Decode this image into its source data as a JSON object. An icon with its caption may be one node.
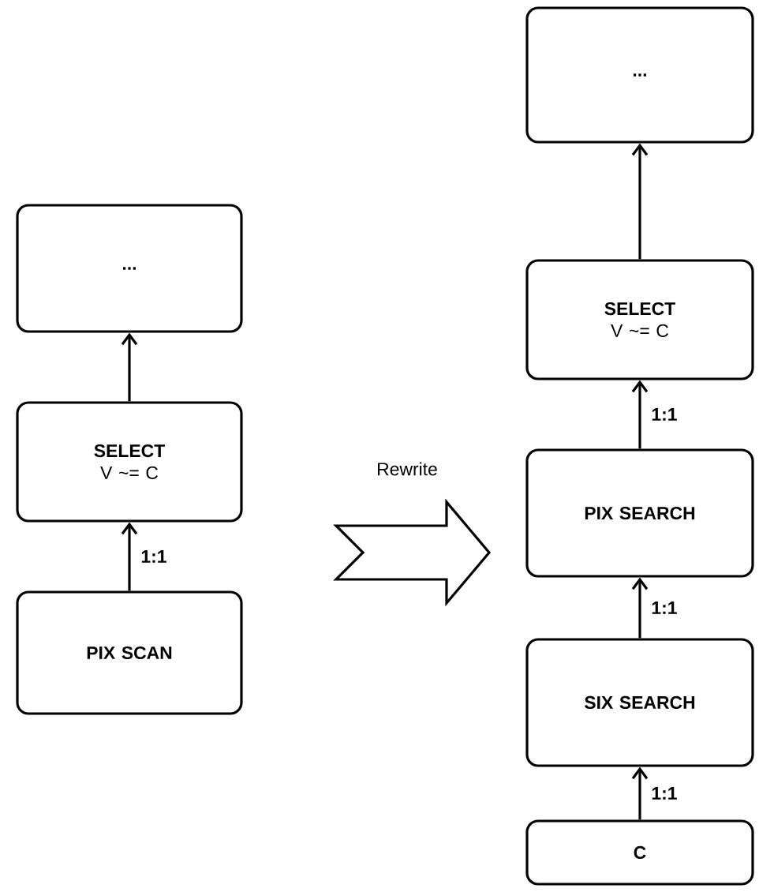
{
  "diagram": {
    "nodes": [
      {
        "text": [
          "..."
        ]
      },
      {
        "text": [
          "SELECT",
          "V ~= C"
        ]
      },
      {
        "text": [
          "PIX SCAN"
        ]
      },
      {
        "text": [
          "..."
        ]
      },
      {
        "text": [
          "SELECT",
          "V ~= C"
        ]
      },
      {
        "text": [
          "PIX SEARCH"
        ]
      },
      {
        "text": [
          "SIX SEARCH"
        ]
      },
      {
        "text": [
          "C"
        ]
      }
    ],
    "edges": [
      {
        "from": 1,
        "to": 0,
        "arrow": "to"
      },
      {
        "from": 2,
        "to": 1,
        "arrow": "to",
        "label": "1:1"
      },
      {
        "from": 4,
        "to": 3,
        "arrow": "to"
      },
      {
        "from": 5,
        "to": 4,
        "arrow": "to",
        "label": "1:1"
      },
      {
        "from": 6,
        "to": 5,
        "arrow": "to",
        "label": "1:1"
      },
      {
        "from": 7,
        "to": 6,
        "arrow": "to",
        "label": "1:1"
      }
    ],
    "labels": [
      "Rewrite"
    ]
  }
}
